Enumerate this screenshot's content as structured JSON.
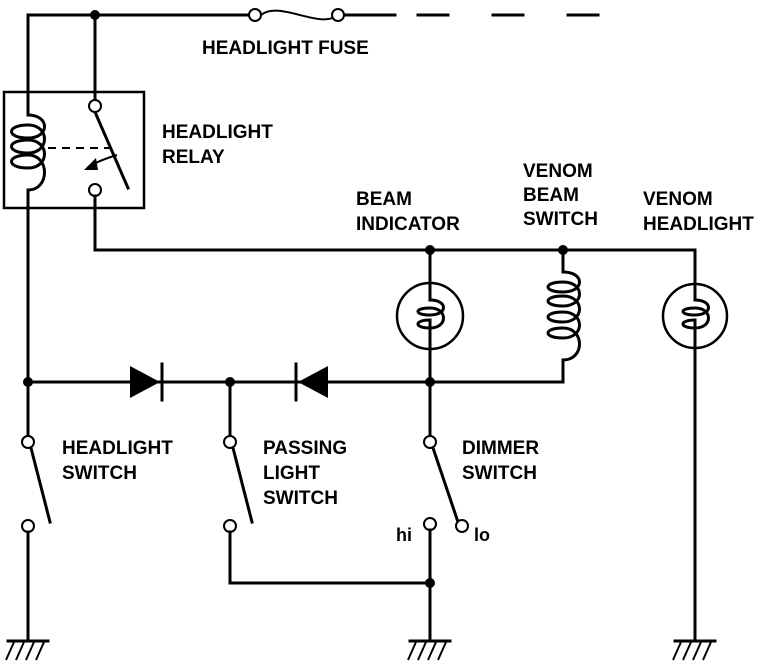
{
  "labels": {
    "headlight_fuse": "HEADLIGHT FUSE",
    "headlight_relay": [
      "HEADLIGHT",
      "RELAY"
    ],
    "beam_indicator": [
      "BEAM",
      "INDICATOR"
    ],
    "venom_beam_switch": [
      "VENOM",
      "BEAM",
      "SWITCH"
    ],
    "venom_headlight": [
      "VENOM",
      "HEADLIGHT"
    ],
    "headlight_switch": [
      "HEADLIGHT",
      "SWITCH"
    ],
    "passing_light_switch": [
      "PASSING",
      "LIGHT",
      "SWITCH"
    ],
    "dimmer_switch": [
      "DIMMER",
      "SWITCH"
    ],
    "dimmer_hi": "hi",
    "dimmer_lo": "lo"
  }
}
